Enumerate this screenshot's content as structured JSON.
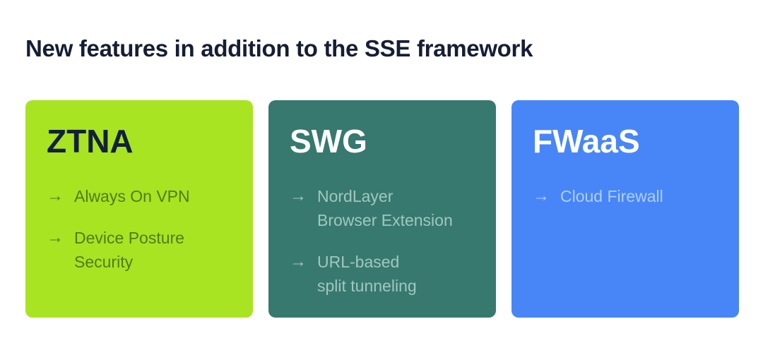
{
  "header": {
    "title": "New features in addition to the SSE framework"
  },
  "arrow_glyph": "→",
  "colors": {
    "background": "#FFFFFF",
    "heading_text": "#161D35",
    "ztna_card_bg": "#A8E421",
    "ztna_title": "#13203A",
    "ztna_item_text": "#527C1E",
    "swg_card_bg": "#37796F",
    "swg_title": "#FFFFFF",
    "swg_item_text": "#9FC7C0",
    "fwaas_card_bg": "#4886F8",
    "fwaas_title": "#FFFFFF",
    "fwaas_item_text": "#AFCEFA"
  },
  "cards": [
    {
      "title": "ZTNA",
      "items": [
        {
          "lines": [
            "Always On VPN"
          ]
        },
        {
          "lines": [
            "Device Posture",
            "Security"
          ]
        }
      ]
    },
    {
      "title": "SWG",
      "items": [
        {
          "lines": [
            "NordLayer",
            "Browser Extension"
          ]
        },
        {
          "lines": [
            "URL-based",
            "split tunneling"
          ]
        }
      ]
    },
    {
      "title": "FWaaS",
      "items": [
        {
          "lines": [
            "Cloud Firewall"
          ]
        }
      ]
    }
  ]
}
